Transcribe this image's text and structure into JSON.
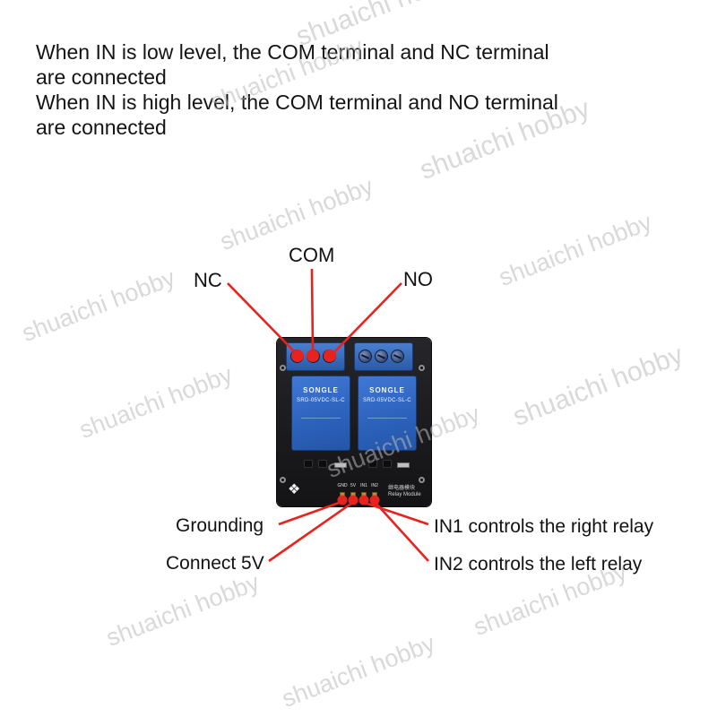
{
  "watermark": {
    "text": "shuaichi hobby"
  },
  "description": {
    "lines": [
      "When IN is low level, the COM terminal and NC terminal",
      "are connected",
      "When IN is high level, the COM terminal and NO terminal",
      "are connected"
    ]
  },
  "diagram": {
    "labels": {
      "com": "COM",
      "nc": "NC",
      "no": "NO",
      "grounding": "Grounding",
      "connect_5v": "Connect 5V",
      "in1": "IN1 controls the right relay",
      "in2": "IN2 controls the left relay"
    },
    "board": {
      "relay_brand": "SONGLE",
      "relay_model": "SRD-05VDC-SL-C",
      "module_label_cn": "继电器模块",
      "module_label_en": "Relay Module",
      "pin_labels": [
        "GND",
        "5V",
        "IN1",
        "IN2"
      ]
    },
    "colors": {
      "annotation_red": "#e8231d",
      "board_black": "#1a1a1d",
      "relay_blue": "#2d63bd",
      "terminal_blue": "#2a5aa8"
    }
  }
}
